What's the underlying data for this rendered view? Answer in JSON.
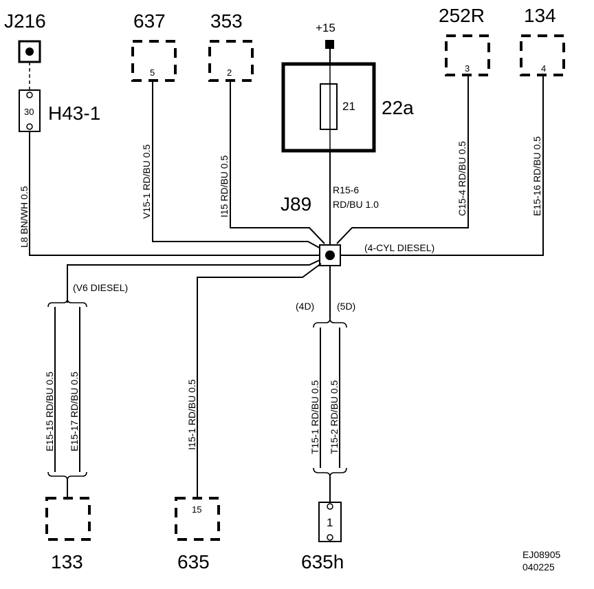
{
  "components": {
    "j216": "J216",
    "h43": "H43-1",
    "h43_pin": "30",
    "c637": "637",
    "c637_pin": "5",
    "c353": "353",
    "c353_pin": "2",
    "supply": "+15",
    "fuse_pin": "21",
    "fuse_box": "22a",
    "c252r": "252R",
    "c252r_pin": "3",
    "c134": "134",
    "c134_pin": "4",
    "j89": "J89",
    "c133": "133",
    "c635": "635",
    "c635_pin": "15",
    "c635h": "635h",
    "c635h_pin": "1"
  },
  "wires": {
    "l8": "L8  BN/WH  0.5",
    "v15_1": "V15-1  RD/BU  0.5",
    "i15": "I15  RD/BU  0.5",
    "r15_6_id": "R15-6",
    "r15_6_spec": "RD/BU  1.0",
    "c15_4": "C15-4  RD/BU  0.5",
    "e15_16": "E15-16  RD/BU  0.5",
    "e15_15": "E15-15  RD/BU 0.5",
    "e15_17": "E15-17  RD/BU 0.5",
    "i15_1": "I15-1  RD/BU  0.5",
    "t15_1": "T15-1  RD/BU  0.5",
    "t15_2": "T15-2  RD/BU  0.5"
  },
  "variants": {
    "four_cyl": "(4-CYL DIESEL)",
    "v6": "(V6 DIESEL)",
    "four_door": "(4D)",
    "five_door": "(5D)"
  },
  "footer": {
    "code": "EJ08905",
    "date": "040225"
  }
}
